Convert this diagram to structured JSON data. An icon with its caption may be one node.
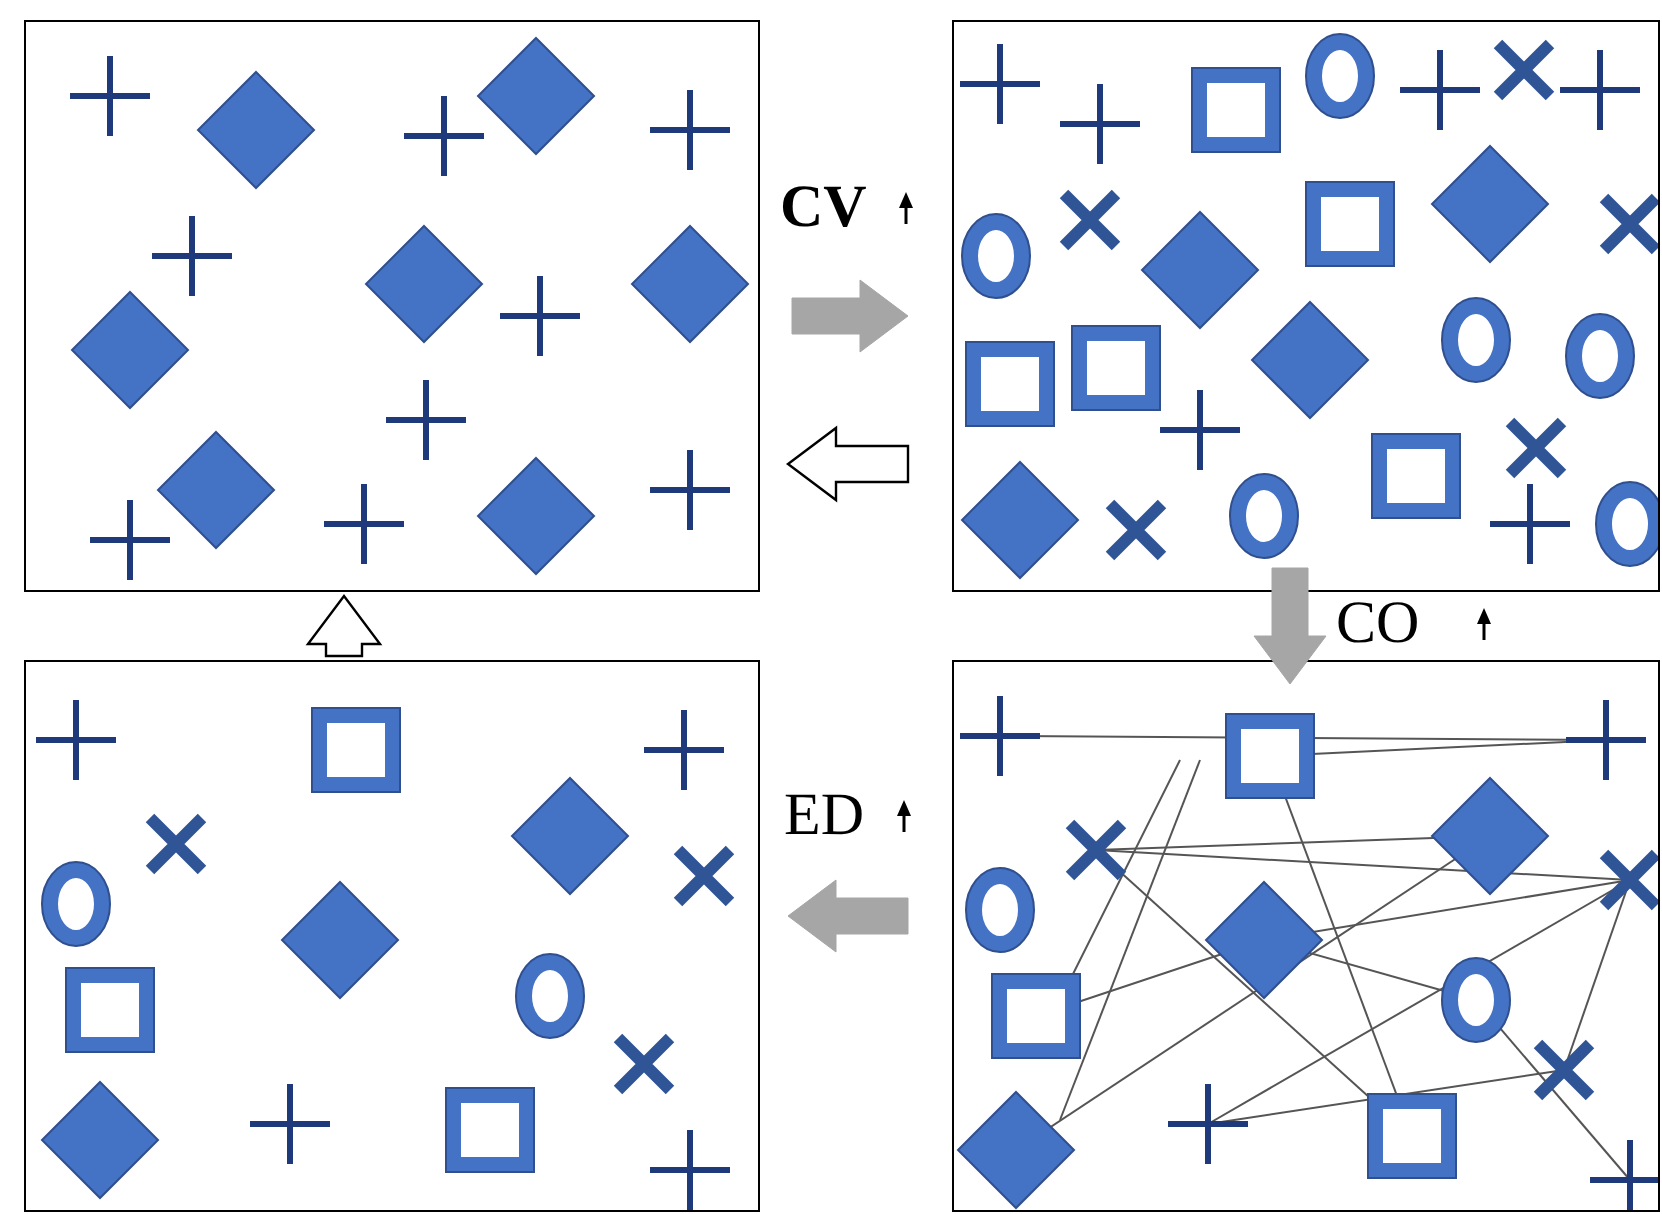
{
  "diagram": {
    "nodes": [
      {
        "text": [],
        "shape": "box"
      },
      {
        "text": [],
        "shape": "box"
      },
      {
        "text": [],
        "shape": "box"
      },
      {
        "text": [],
        "shape": "box"
      }
    ],
    "edges": [
      {
        "from": 0,
        "to": 1,
        "arrow": "to"
      },
      {
        "from": 1,
        "to": 0,
        "arrow": "to",
        "color": "#ffffff"
      },
      {
        "from": 1,
        "to": 3,
        "arrow": "to"
      },
      {
        "from": 3,
        "to": 2,
        "arrow": "to"
      },
      {
        "from": 2,
        "to": 0,
        "arrow": "to",
        "color": "#ffffff"
      }
    ],
    "labels": [
      "CV",
      "CO",
      "ED"
    ]
  }
}
